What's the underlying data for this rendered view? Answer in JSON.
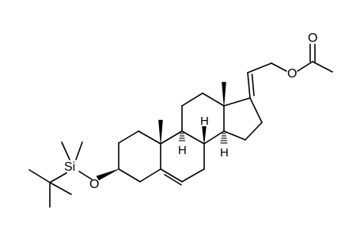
{
  "molecule": {
    "atom_labels": {
      "o_carbonyl": "O",
      "o_ester": "O",
      "o_silyl_ether": "O",
      "silicon": "Si",
      "h_c9": "H",
      "h_c8": "H",
      "h_c14": "H"
    },
    "colors": {
      "bond": "#000000",
      "background": "#ffffff"
    }
  }
}
